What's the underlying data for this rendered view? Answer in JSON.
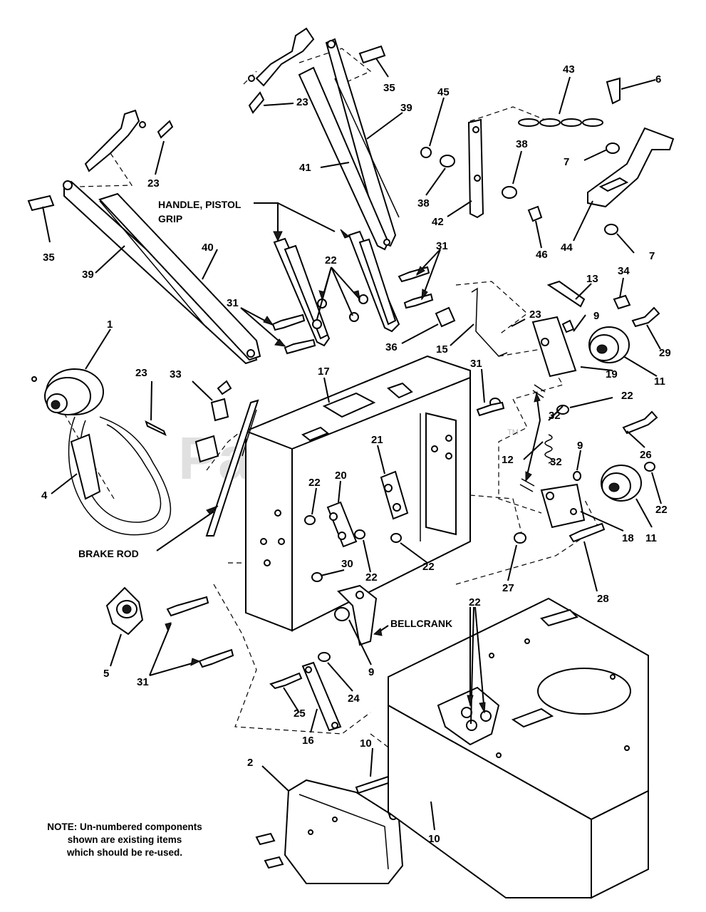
{
  "watermark": {
    "text": "PartsTree",
    "trademark": "TM"
  },
  "labels": {
    "handle_pistol_grip_line1": "HANDLE, PISTOL",
    "handle_pistol_grip_line2": "GRIP",
    "brake_rod": "BRAKE ROD",
    "bellcrank": "BELLCRANK"
  },
  "note": {
    "line1": "NOTE: Un-numbered components",
    "line2": "shown are existing items",
    "line3": "which should be re-used."
  },
  "callouts": {
    "c1": "1",
    "c2": "2",
    "c4": "4",
    "c5": "5",
    "c6": "6",
    "c7a": "7",
    "c7b": "7",
    "c9a": "9",
    "c9b": "9",
    "c9c": "9",
    "c10a": "10",
    "c10b": "10",
    "c11a": "11",
    "c11b": "11",
    "c12": "12",
    "c13": "13",
    "c15": "15",
    "c16": "16",
    "c17": "17",
    "c18": "18",
    "c19": "19",
    "c20": "20",
    "c21": "21",
    "c22a": "22",
    "c22b": "22",
    "c22c": "22",
    "c22d": "22",
    "c22e": "22",
    "c22f": "22",
    "c22g": "22",
    "c23a": "23",
    "c23b": "23",
    "c23c": "23",
    "c23d": "23",
    "c24": "24",
    "c25": "25",
    "c26": "26",
    "c27": "27",
    "c28": "28",
    "c29": "29",
    "c30": "30",
    "c31a": "31",
    "c31b": "31",
    "c31c": "31",
    "c31d": "31",
    "c32a": "32",
    "c32b": "32",
    "c33": "33",
    "c34": "34",
    "c35a": "35",
    "c35b": "35",
    "c36": "36",
    "c38a": "38",
    "c38b": "38",
    "c39a": "39",
    "c39b": "39",
    "c40": "40",
    "c41": "41",
    "c42": "42",
    "c43": "43",
    "c44": "44",
    "c45": "45",
    "c46": "46"
  }
}
